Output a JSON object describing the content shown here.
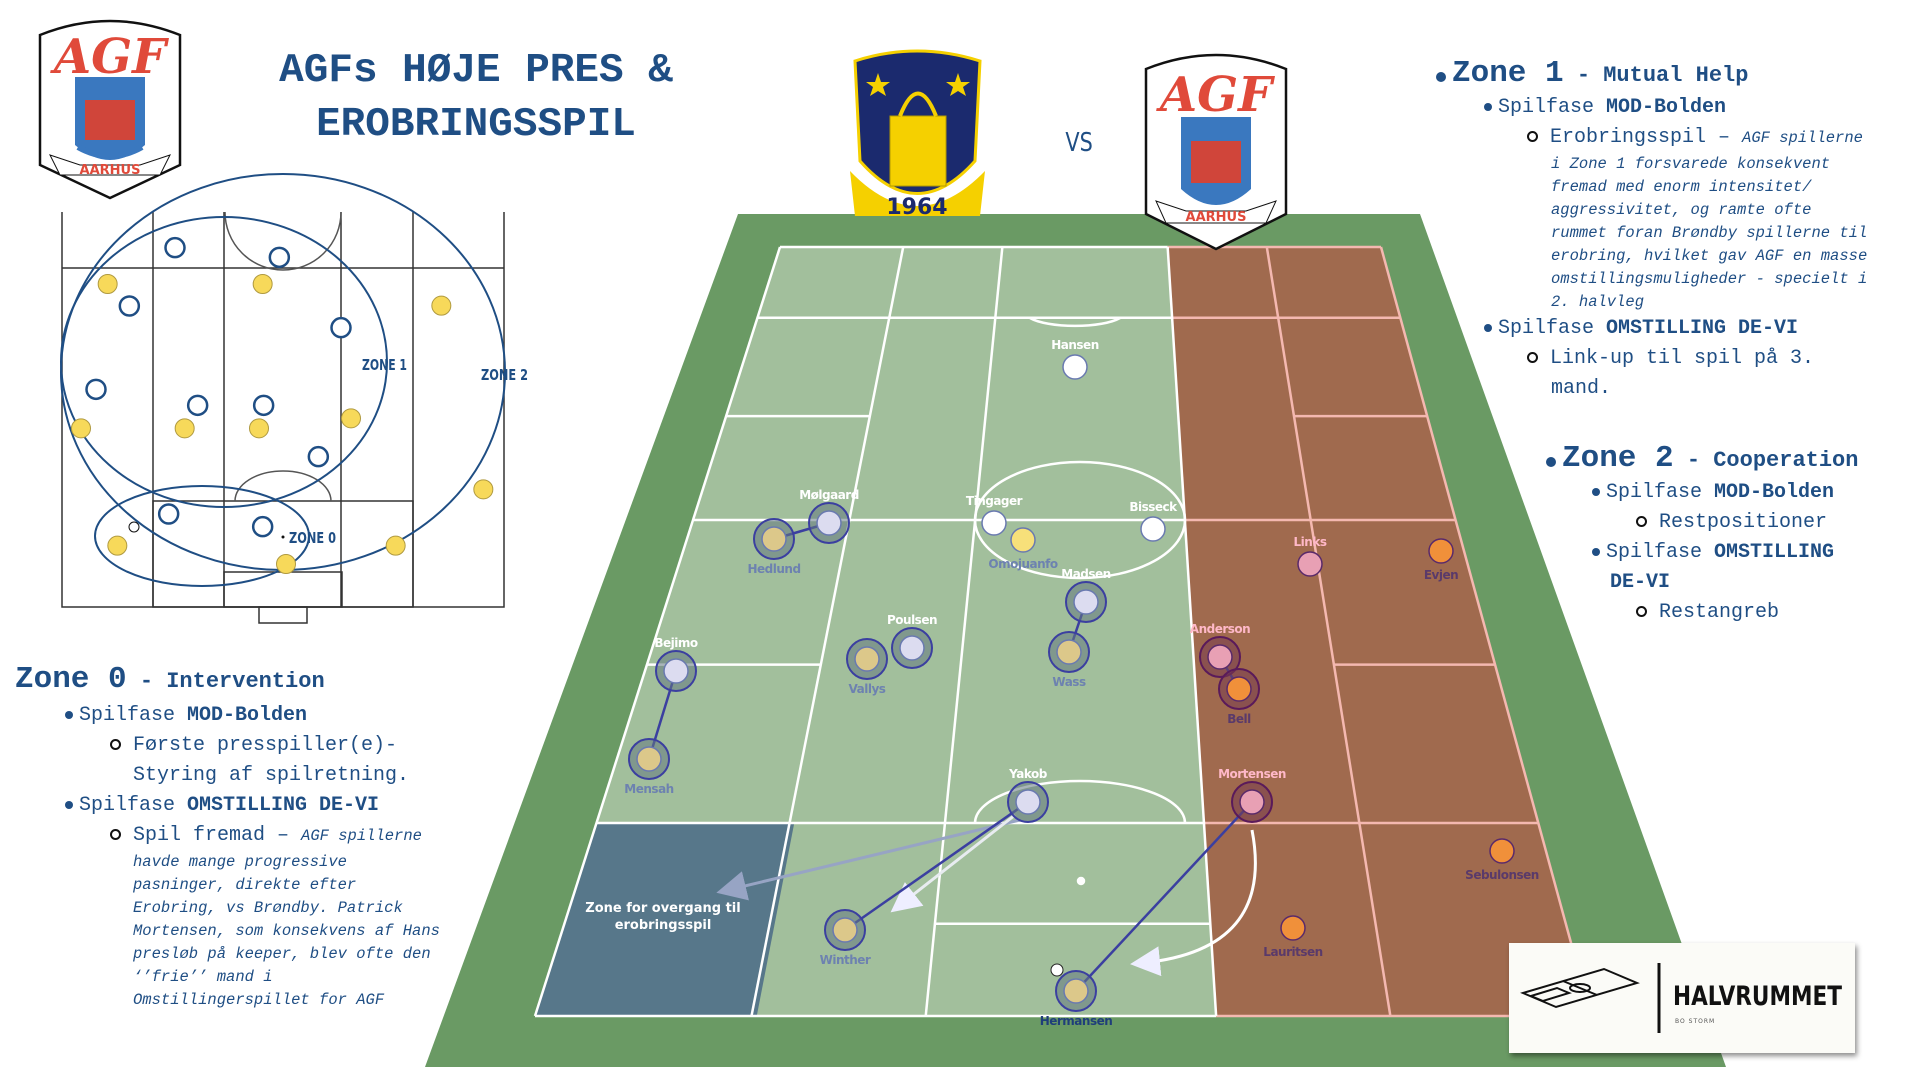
{
  "header": {
    "title_line1": "AGFs HØJE PRES &",
    "title_line2": "EROBRINGSSPIL",
    "vs_label": "VS"
  },
  "logos": {
    "agf_text": "AGF",
    "agf_ribbon": "AARHUS",
    "brondby_year": "1964",
    "brand_name": "HALVRUMMET",
    "brand_sub": "BO STORM"
  },
  "colors": {
    "text_blue": "#1f4e84",
    "outer_green": "#6a9a64",
    "pitch_green": "#a2bf9c",
    "red_zone": "#a0654a",
    "transition_zone": "#4f6f88",
    "agf_player": "#dcdcf0",
    "brondby_player": "#dcc88a",
    "brondby_red_zone_player": "#f0903a",
    "agf_red_zone_player": "#e8a0b4"
  },
  "mini_pitch": {
    "zone_labels": [
      "ZONE 0",
      "ZONE 1",
      "ZONE 2"
    ]
  },
  "zone0": {
    "heading": "Zone 0",
    "subtitle": " - Intervention",
    "phase1_prefix": "Spilfase ",
    "phase1_bold": "MOD-Bolden",
    "phase1_items": [
      "Første presspiller(e)-",
      "Styring af spilretning."
    ],
    "phase2_prefix": "Spilfase ",
    "phase2_bold": "OMSTILLING DE-VI",
    "phase2_item_lead": "Spil fremad – ",
    "phase2_item_italic_first": "AGF spillerne",
    "phase2_item_italic_lines": [
      "havde mange progressive",
      "pasninger, direkte efter",
      "Erobring, vs Brøndby. Patrick",
      "Mortensen, som konsekvens af Hans",
      "presløb på keeper, blev ofte den",
      "‘’frie’’ mand i",
      "Omstillingerspillet for AGF"
    ]
  },
  "zone1": {
    "heading": "Zone 1",
    "subtitle": " - Mutual Help",
    "phase1_prefix": "Spilfase ",
    "phase1_bold": "MOD-Bolden",
    "phase1_item_lead": "Erobringsspil – ",
    "phase1_item_italic_first": "AGF spillerne",
    "phase1_item_italic_lines": [
      "i Zone 1 forsvarede konsekvent",
      "fremad med enorm intensitet/",
      "aggressivitet, og ramte ofte",
      "rummet foran Brøndby spillerne til",
      "erobring, hvilket gav AGF en masse",
      "omstillingsmuligheder - specielt i",
      "2. halvleg"
    ],
    "phase2_prefix": "Spilfase ",
    "phase2_bold": "OMSTILLING DE-VI",
    "phase2_items": [
      "Link-up til spil på 3.",
      "mand."
    ]
  },
  "zone2": {
    "heading": "Zone 2",
    "subtitle": " - Cooperation",
    "phase1_prefix": "Spilfase ",
    "phase1_bold": "MOD-Bolden",
    "phase1_items": [
      "Restpositioner"
    ],
    "phase2_prefix": "Spilfase ",
    "phase2_bold_line1": "OMSTILLING",
    "phase2_bold_line2": "DE-VI",
    "phase2_items": [
      "Restangreb"
    ]
  },
  "pitch": {
    "transition_zone_label_line1": "Zone for overgang til",
    "transition_zone_label_line2": "erobringsspil",
    "players": [
      {
        "name": "Hansen",
        "team": "AGF"
      },
      {
        "name": "Tingager",
        "team": "AGF"
      },
      {
        "name": "Bisseck",
        "team": "AGF"
      },
      {
        "name": "Mølgaard",
        "team": "AGF"
      },
      {
        "name": "Madsen",
        "team": "AGF"
      },
      {
        "name": "Poulsen",
        "team": "AGF"
      },
      {
        "name": "Bejimo",
        "team": "AGF"
      },
      {
        "name": "Yakob",
        "team": "AGF"
      },
      {
        "name": "Links",
        "team": "AGF"
      },
      {
        "name": "Anderson",
        "team": "AGF"
      },
      {
        "name": "Mortensen",
        "team": "AGF"
      },
      {
        "name": "Hedlund",
        "team": "Brøndby"
      },
      {
        "name": "Omojuanfo",
        "team": "Brøndby"
      },
      {
        "name": "Vallys",
        "team": "Brøndby"
      },
      {
        "name": "Wass",
        "team": "Brøndby"
      },
      {
        "name": "Mensah",
        "team": "Brøndby"
      },
      {
        "name": "Winther",
        "team": "Brøndby"
      },
      {
        "name": "Hermansen",
        "team": "Brøndby"
      },
      {
        "name": "Evjen",
        "team": "Brøndby"
      },
      {
        "name": "Bell",
        "team": "Brøndby"
      },
      {
        "name": "Sebulonsen",
        "team": "Brøndby"
      },
      {
        "name": "Lauritsen",
        "team": "Brøndby"
      }
    ]
  }
}
